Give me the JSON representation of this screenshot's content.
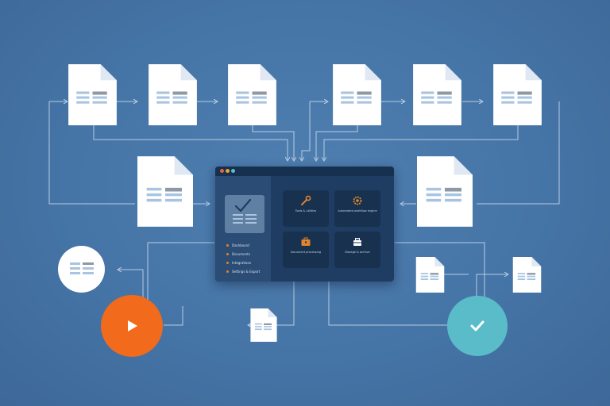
{
  "colors": {
    "background": "#4574a6",
    "document": "#ffffff",
    "document_fold": "#dfe8f3",
    "document_lines": "#a8c4e0",
    "document_accent": "#8d99a6",
    "connector": "#b7cce4",
    "window": "#1f3c63",
    "sidebar": "#2a4c75",
    "tile": "#17314f",
    "play_button": "#f26a1b",
    "check_button": "#5bbcc9",
    "accent_orange": "#e0842e"
  },
  "window": {
    "sidebar_items": [
      "Dashboard",
      "Documents",
      "Integrations",
      "Settings & Export"
    ],
    "pager": "• • •",
    "tiles": [
      {
        "icon": "wrench-icon",
        "label": "Tools & utilities"
      },
      {
        "icon": "gear-icon",
        "label": "Automated workflow engine"
      },
      {
        "icon": "briefcase-icon",
        "label": "Document processing"
      },
      {
        "icon": "archive-icon",
        "label": "Storage & archive"
      }
    ]
  },
  "buttons": {
    "play": {
      "icon": "play-icon"
    },
    "check": {
      "icon": "check-icon"
    }
  }
}
